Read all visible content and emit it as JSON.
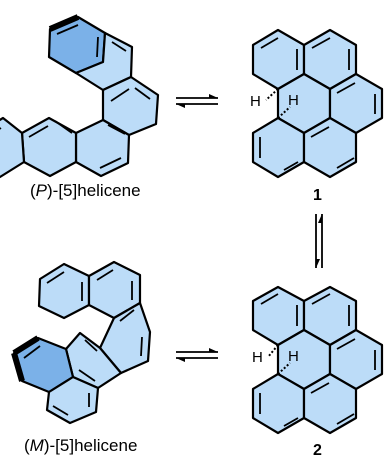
{
  "colors": {
    "fill": "#bcdcf8",
    "fill_dark": "#7bb1e8",
    "stroke": "#000000"
  },
  "labels": {
    "p_helicene": [
      "(",
      "P",
      ")-[5]helicene"
    ],
    "m_helicene": [
      "(",
      "M",
      ")-[5]helicene"
    ],
    "compound_1": "1",
    "compound_2": "2",
    "h_atom": "H"
  }
}
